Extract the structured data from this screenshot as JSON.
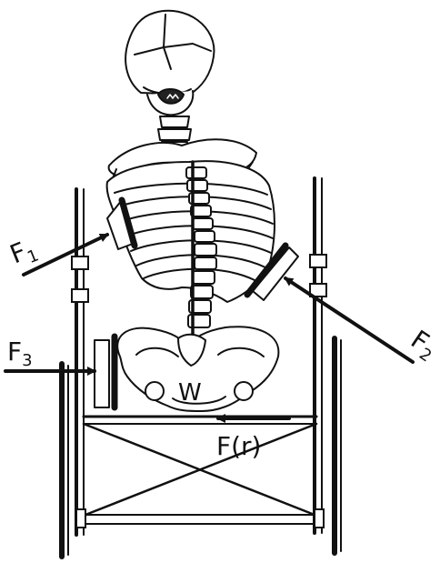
{
  "labels": {
    "f1_main": "F",
    "f1_sub": "1",
    "f2_main": "F",
    "f2_sub": "2",
    "f3_main": "F",
    "f3_sub": "3",
    "w": "W",
    "fr": "F(r)"
  }
}
